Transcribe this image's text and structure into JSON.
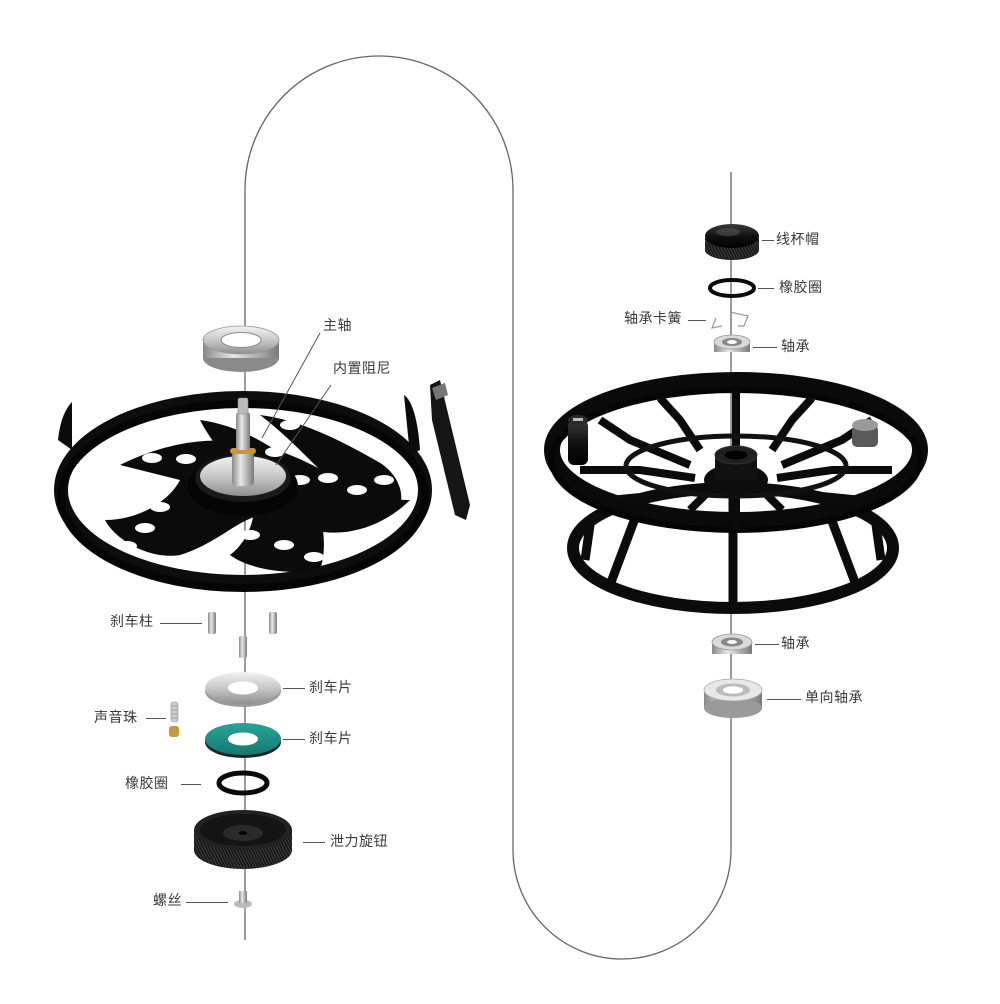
{
  "diagram": {
    "type": "exploded-parts-view",
    "subject": "fly fishing reel",
    "accent_colors": {
      "reel_body": "#111111",
      "axis_line": "#666666",
      "brake_pad_green": "#1f8f86",
      "bearing_silver": "#c9c9c9",
      "brass": "#c8963c"
    }
  },
  "left_assembly": {
    "name": "reel frame",
    "labels": {
      "main_shaft": "主轴",
      "built_in_damping": "内置阻尼",
      "brake_pin": "刹车柱",
      "brake_disc_1": "刹车片",
      "sound_bead": "声音珠",
      "brake_disc_2": "刹车片",
      "rubber_ring": "橡胶圈",
      "drag_knob": "泄力旋钮",
      "screw": "螺丝"
    }
  },
  "right_assembly": {
    "name": "spool",
    "labels": {
      "spool_cap": "线杯帽",
      "rubber_ring": "橡胶圈",
      "bearing_clip": "轴承卡簧",
      "bearing_top": "轴承",
      "bearing_bottom": "轴承",
      "one_way_bearing": "单向轴承"
    }
  }
}
